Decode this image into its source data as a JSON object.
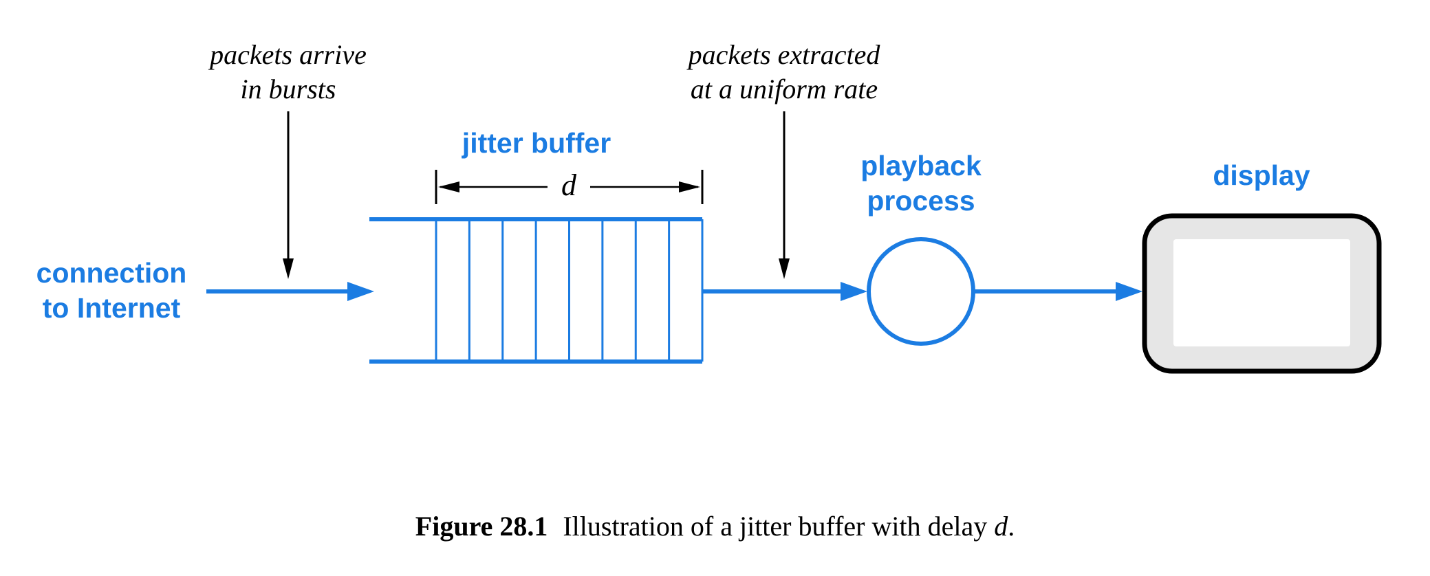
{
  "figure": {
    "annotations": {
      "arrive": {
        "line1": "packets arrive",
        "line2": "in bursts"
      },
      "extracted": {
        "line1": "packets extracted",
        "line2": "at a uniform rate"
      }
    },
    "labels": {
      "connection": {
        "line1": "connection",
        "line2": "to Internet"
      },
      "jitter_buffer": "jitter buffer",
      "delay": "d",
      "playback": {
        "line1": "playback",
        "line2": "process"
      },
      "display": "display"
    },
    "caption": {
      "label": "Figure 28.1",
      "text": "Illustration of a jitter buffer with delay",
      "variable": "d",
      "punctuation": "."
    },
    "buffer": {
      "slot_lines": 9
    },
    "colors": {
      "accent_blue": "#1b7ce2",
      "display_fill": "#e6e6e6",
      "ink": "#000000"
    }
  }
}
